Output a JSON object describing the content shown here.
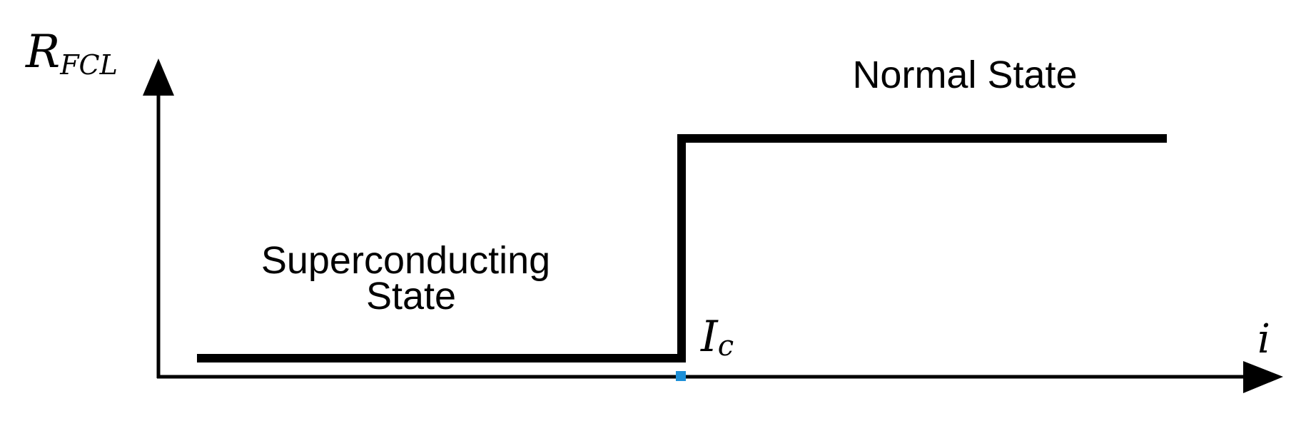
{
  "diagram": {
    "y_axis_label": {
      "main": "R",
      "sub": "FCL"
    },
    "x_axis_label": "i",
    "critical_current_label": {
      "main": "I",
      "sub": "c"
    },
    "normal_state_label": "Normal State",
    "superconducting_state_label": {
      "line1": "Superconducting",
      "line2": "State"
    },
    "colors": {
      "line": "#000000",
      "marker": "#1e90d8",
      "background": "#ffffff"
    }
  }
}
